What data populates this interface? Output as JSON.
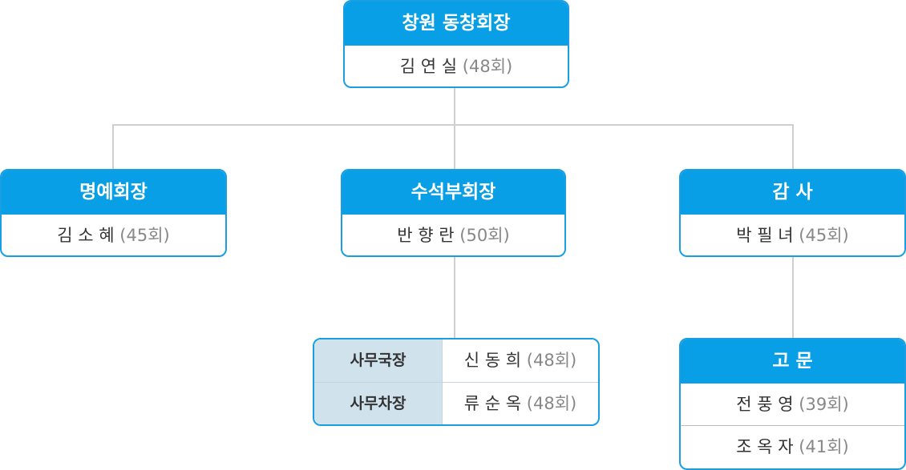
{
  "chairman": {
    "title": "창원 동창회장",
    "name": "김 연 실",
    "count": "(48회)"
  },
  "honorary": {
    "title": "명예회장",
    "name": "김 소 혜",
    "count": "(45회)"
  },
  "vice": {
    "title": "수석부회장",
    "name": "반 향 란",
    "count": "(50회)"
  },
  "auditor": {
    "title": "감 사",
    "name": "박 필 녀",
    "count": "(45회)"
  },
  "office": [
    {
      "role": "사무국장",
      "name": "신 동 희",
      "count": "(48회)"
    },
    {
      "role": "사무차장",
      "name": "류 순 옥",
      "count": "(48회)"
    }
  ],
  "advisor": {
    "title": "고 문",
    "members": [
      {
        "name": "전 풍 영",
        "count": "(39회)"
      },
      {
        "name": "조 옥 자",
        "count": "(41회)"
      }
    ]
  },
  "colors": {
    "header": "#099fe6",
    "border": "#1a9ee2",
    "label_bg": "#d0e2ec",
    "connector": "#cfcfcf"
  }
}
